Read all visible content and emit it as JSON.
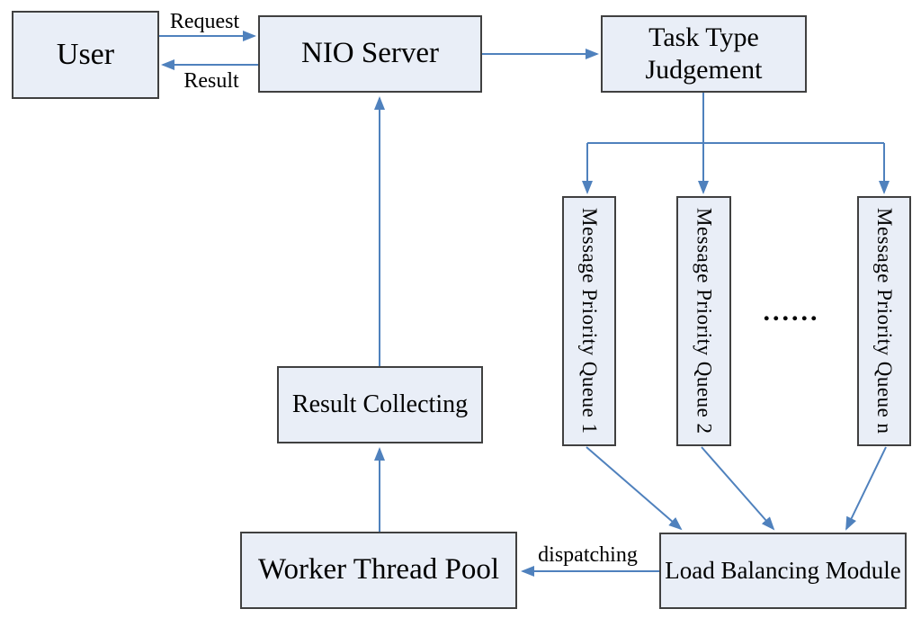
{
  "colors": {
    "background": "#ffffff",
    "box_fill": "#e9eef7",
    "box_border": "#404040",
    "arrow": "#4f81bd",
    "text": "#000000"
  },
  "nodes": {
    "user": {
      "label": "User"
    },
    "nio_server": {
      "label": "NIO Server"
    },
    "task_type_judgement": {
      "label": "Task Type Judgement"
    },
    "message_priority_queue_1": {
      "label": "Message Priority Queue 1"
    },
    "message_priority_queue_2": {
      "label": "Message Priority Queue 2"
    },
    "message_priority_queue_n": {
      "label": "Message Priority Queue n"
    },
    "result_collecting": {
      "label": "Result Collecting"
    },
    "worker_thread_pool": {
      "label": "Worker Thread Pool"
    },
    "load_balancing_module": {
      "label": "Load Balancing Module"
    }
  },
  "edge_labels": {
    "request": "Request",
    "result": "Result",
    "dispatching": "dispatching",
    "ellipsis": "......"
  }
}
